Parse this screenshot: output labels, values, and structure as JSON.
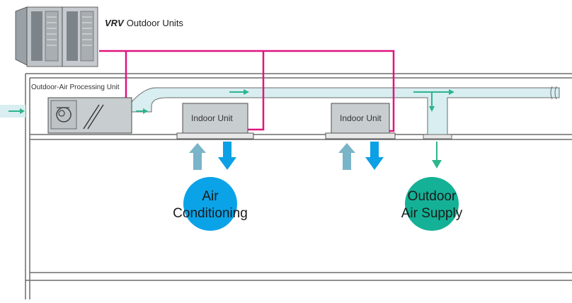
{
  "outdoor_units": {
    "brand": "VRV",
    "label": "Outdoor Units"
  },
  "processing_unit": {
    "label": "Outdoor-Air Processing Unit"
  },
  "indoor_units": [
    {
      "label": "Indoor Unit"
    },
    {
      "label": "Indoor Unit"
    }
  ],
  "circles": [
    {
      "line1": "Air",
      "line2": "Conditioning",
      "color": "#0aa3e8"
    },
    {
      "line1": "Outdoor",
      "line2": "Air Supply",
      "color": "#14b196"
    }
  ],
  "colors": {
    "refrigerant_pipe": "#e0157f",
    "duct_fill": "#d8eef0",
    "airflow_arrow": "#2db58c",
    "cool_arrow": "#0ca0e6",
    "return_arrow": "#7ab4c8",
    "building_line": "#6b6b6b"
  }
}
